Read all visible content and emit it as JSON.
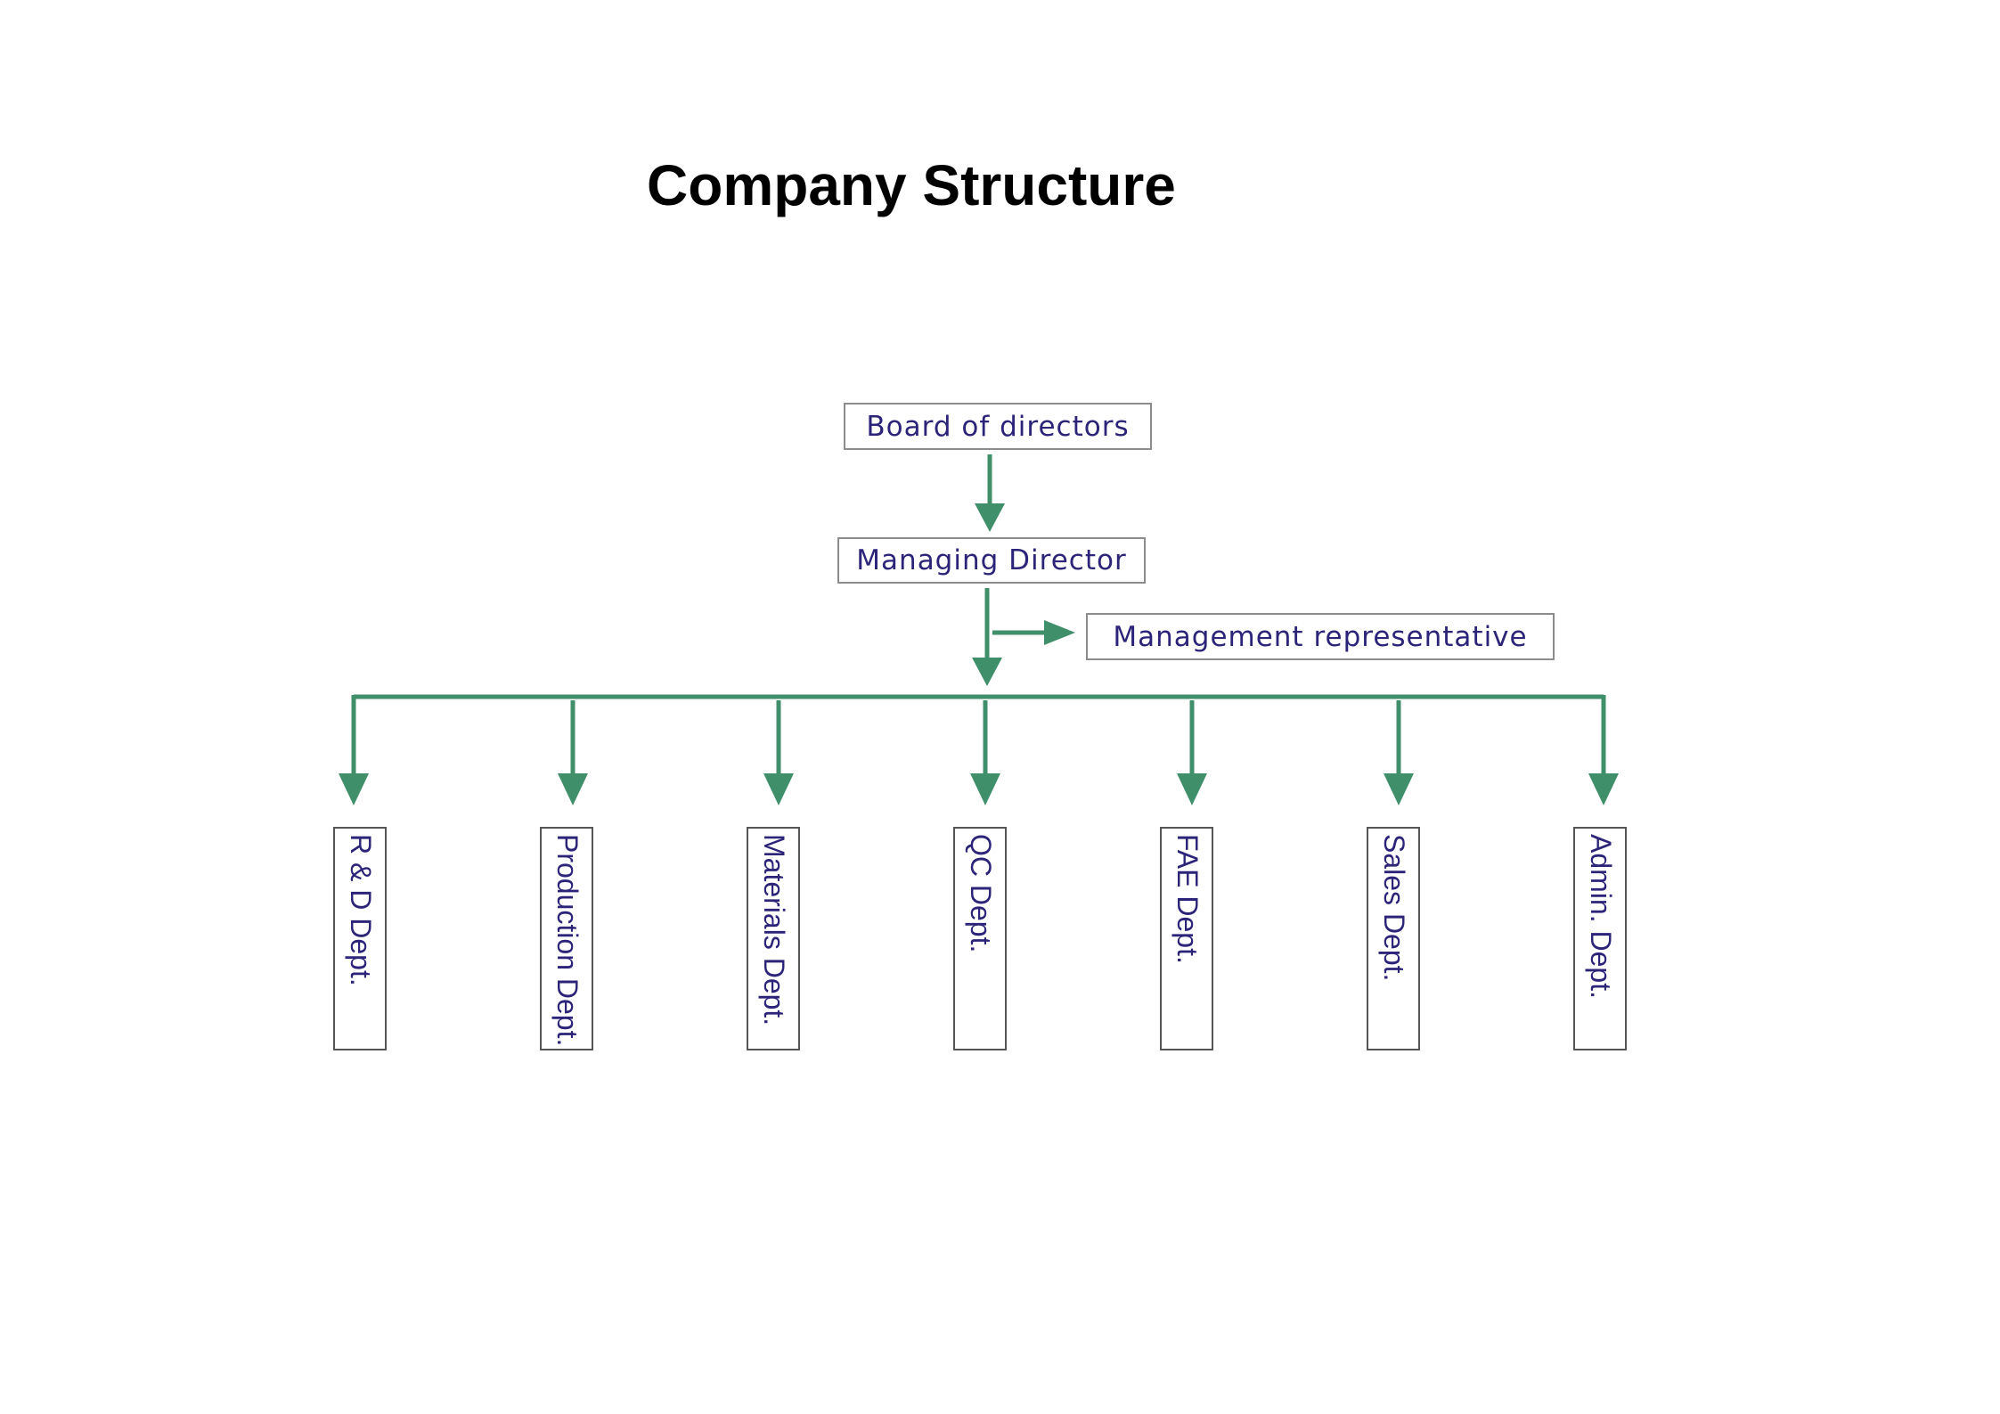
{
  "title": "Company Structure",
  "colors": {
    "connector": "#3f8f6a",
    "box_text": "#2b2478",
    "box_border": "#8c8c8c",
    "title_text": "#000000"
  },
  "nodes": {
    "board": "Board of directors",
    "managing_director": "Managing Director",
    "management_representative": "Management representative"
  },
  "departments": [
    "R & D Dept.",
    "Production Dept.",
    "Materials  Dept.",
    "QC  Dept.",
    "FAE  Dept.",
    "Sales  Dept.",
    "Admin.  Dept."
  ]
}
